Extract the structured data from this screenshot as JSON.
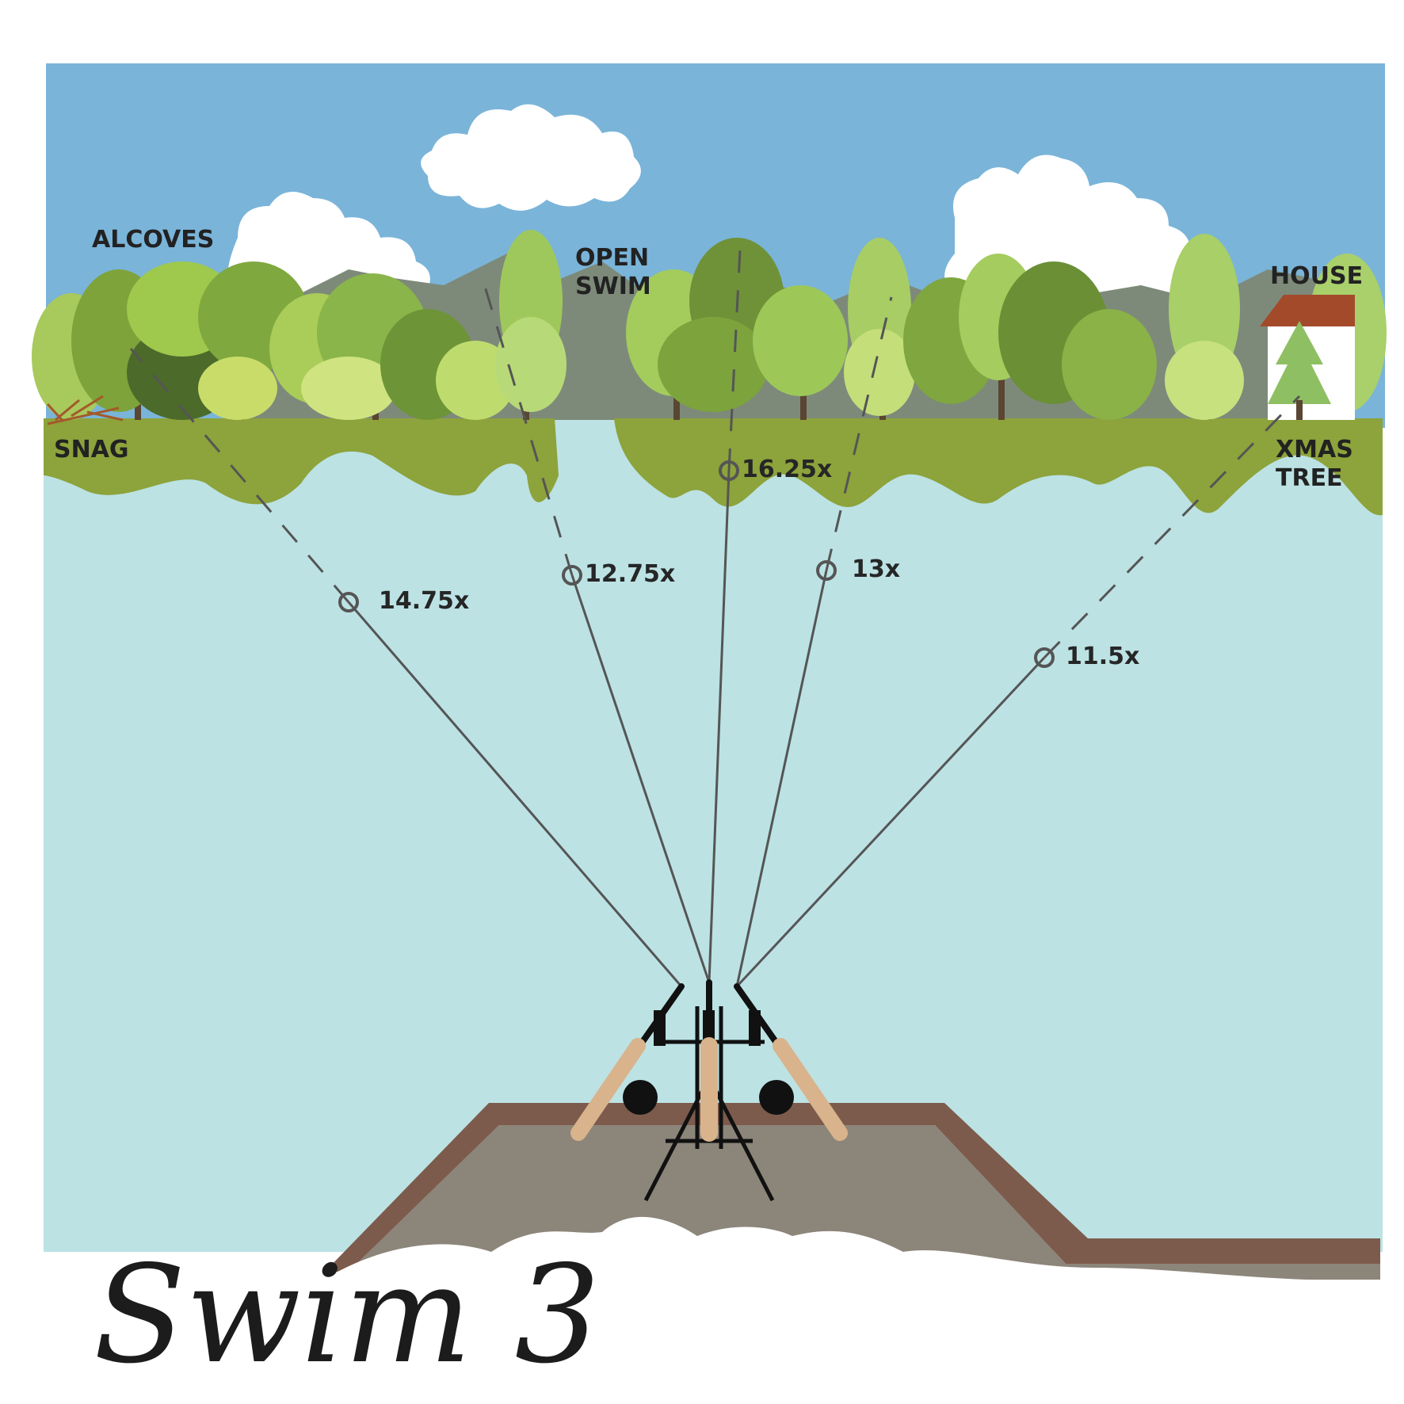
{
  "title": "Swim 3",
  "colors": {
    "sky": "#7ab4d9",
    "water": "#bce2e4",
    "bank": "#8da33b",
    "mountain": "#7d8a7a",
    "platform_edge": "#7d5b4c",
    "platform_top": "#8c857a",
    "rod_cork": "#d9b38c",
    "line": "#555555",
    "text": "#222222"
  },
  "landmarks": [
    {
      "id": "alcoves",
      "label": [
        "ALCOVES"
      ]
    },
    {
      "id": "open-swim",
      "label": [
        "OPEN",
        "SWIM"
      ]
    },
    {
      "id": "house",
      "label": [
        "HOUSE"
      ]
    },
    {
      "id": "snag",
      "label": [
        "SNAG"
      ]
    },
    {
      "id": "xmas-tree",
      "label": [
        "XMAS",
        "TREE"
      ]
    }
  ],
  "spots": [
    {
      "id": "spot-1",
      "wraps": "14.75x"
    },
    {
      "id": "spot-2",
      "wraps": "12.75x"
    },
    {
      "id": "spot-3",
      "wraps": "16.25x"
    },
    {
      "id": "spot-4",
      "wraps": "13x"
    },
    {
      "id": "spot-5",
      "wraps": "11.5x"
    }
  ]
}
